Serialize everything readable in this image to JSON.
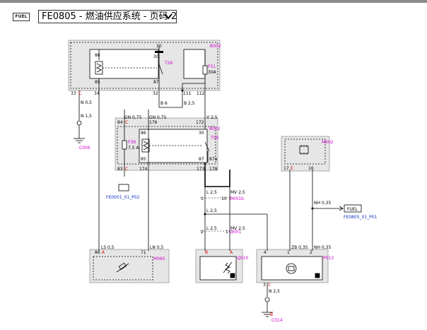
{
  "header": {
    "fuel_icon_text": "FUEL",
    "page_title": "FE0805 - 燃油供应系统 - 页码 2",
    "dropdown_icon": "chevron-down-icon"
  },
  "colors": {
    "red": "#e00000",
    "magenta": "#d000d0",
    "blue": "#1030c0",
    "wire": "#000000",
    "box": "#e6e6e6"
  },
  "modules": {
    "b002_top": "B002",
    "b002_mid": "B002",
    "m002": "M002",
    "m065": "M065",
    "q010": "Q010",
    "p013": "P013"
  },
  "components": {
    "k26": "T26",
    "f51": "F51",
    "f51_rating": "30A",
    "f39": "F39",
    "f39_rating": "7,5 A",
    "k50": "T50",
    "g006": "C006",
    "g014": "C014",
    "d001b": "D001b",
    "q001": "Q001"
  },
  "pins": {
    "t_30_top": "30",
    "t_30": "30",
    "t_86": "86",
    "t_85": "85",
    "t_87": "87",
    "t_32": "32",
    "t_111": "111",
    "t_112": "112",
    "t_33": "33",
    "t_c1": "C",
    "t_34": "34",
    "m_84": "84",
    "m_c1": "C",
    "m_176": "176",
    "m_172": "172",
    "m_30": "30",
    "m_86": "86",
    "m_85": "85",
    "m_87": "87",
    "m_87a": "87a",
    "m_83": "83",
    "m_c2": "C",
    "m_174": "174",
    "m_173": "173",
    "m_178": "178",
    "m002_17": "17",
    "m002_e": "E",
    "m002_16": "16",
    "d_1": "1",
    "d_10": "10",
    "q_2": "2",
    "q_1": "1",
    "m065_86": "86",
    "m065_a": "A",
    "m065_71": "71",
    "q010_b": "B",
    "q010_a": "A",
    "p013_4": "4",
    "p013_1": "1",
    "p013_2": "2",
    "p013_3": "3",
    "p013_c": "C",
    "c014_b": "B"
  },
  "wires": {
    "n15": "N 1,5",
    "n05": "N 0,5",
    "b6": "B 6",
    "b25": "B 2,5",
    "gn075_a": "GN 0,75",
    "gn075_b": "GN 0,75",
    "v25": "V 2,5",
    "l25_a": "L 2,5",
    "mv25_a": "MV 2,5",
    "l25_b": "L 2,5",
    "l25_c": "L 2,5",
    "mv25_b": "MV 2,5",
    "ls05": "LS 0,5",
    "ln05": "LN 0,5",
    "zb035": "ZB 0,35",
    "nh035_a": "NH 0,35",
    "nh035_b": "NH 0,35",
    "n25": "N 2,5"
  },
  "links": {
    "fe0001": "FE0001_01_P02",
    "fe0805": "FE0805_01_P01",
    "fuel_link_icon_text": "FUEL"
  }
}
